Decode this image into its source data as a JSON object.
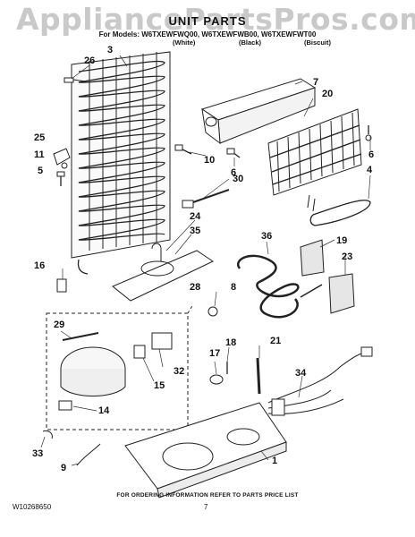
{
  "watermark": "AppliancePartsPros.com",
  "header": {
    "title": "UNIT PARTS",
    "models": "For Models: W6TXEWFWQ00, W6TXEWFWB00, W6TXEWFWT00",
    "colors": [
      "(White)",
      "(Black)",
      "(Biscuit)"
    ]
  },
  "callouts": [
    "26",
    "3",
    "7",
    "20",
    "25",
    "11",
    "5",
    "10",
    "6",
    "6",
    "30",
    "4",
    "24",
    "35",
    "36",
    "19",
    "23",
    "16",
    "8",
    "28",
    "29",
    "18",
    "17",
    "21",
    "34",
    "32",
    "15",
    "14",
    "33",
    "9",
    "1"
  ],
  "footer": {
    "order_info": "FOR ORDERING INFORMATION REFER TO PARTS PRICE LIST",
    "doc_number": "W10268650",
    "page_number": "7"
  }
}
